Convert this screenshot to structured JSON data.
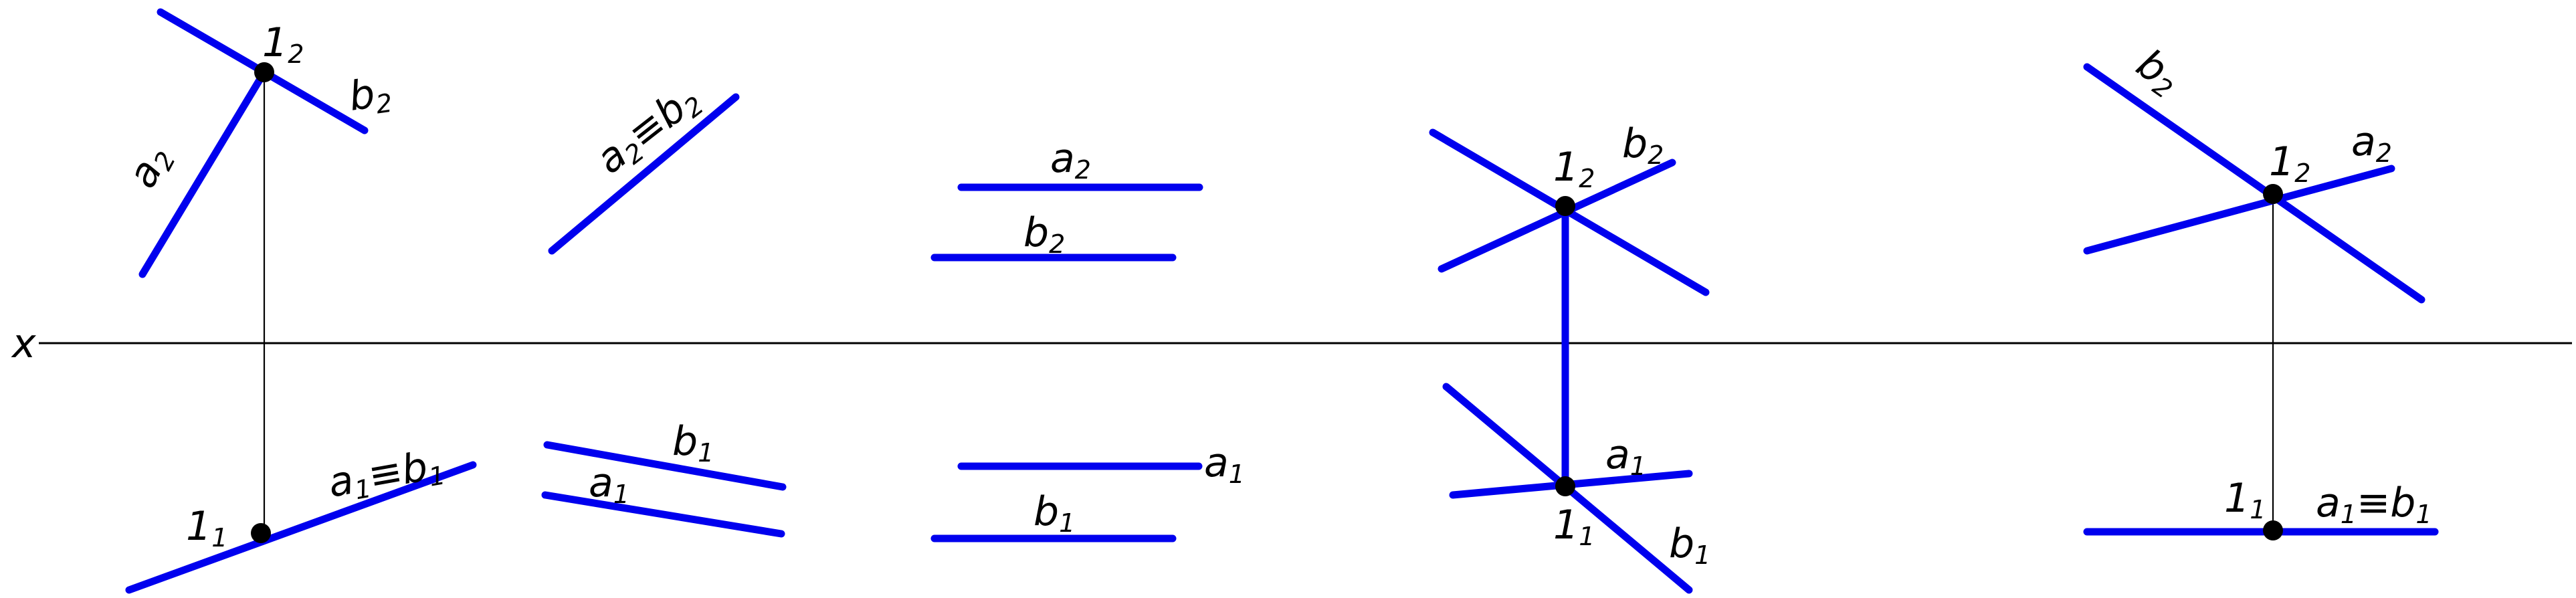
{
  "axis": {
    "label": "x"
  },
  "colors": {
    "line": "#0000ee",
    "construction": "#000000"
  },
  "figures": [
    {
      "labels": [
        {
          "main": "1",
          "sub": "2"
        },
        {
          "main": "b",
          "sub": "2"
        },
        {
          "main": "a",
          "sub": "2"
        },
        {
          "main": "1",
          "sub": "1"
        },
        {
          "main": "a",
          "sub": "1",
          "mid": "≡",
          "main2": "b",
          "sub2": "1"
        }
      ]
    },
    {
      "labels": [
        {
          "main": "a",
          "sub": "2",
          "mid": "≡",
          "main2": "b",
          "sub2": "2"
        },
        {
          "main": "b",
          "sub": "1"
        },
        {
          "main": "a",
          "sub": "1"
        }
      ]
    },
    {
      "labels": [
        {
          "main": "a",
          "sub": "2"
        },
        {
          "main": "b",
          "sub": "2"
        },
        {
          "main": "a",
          "sub": "1"
        },
        {
          "main": "b",
          "sub": "1"
        }
      ]
    },
    {
      "labels": [
        {
          "main": "1",
          "sub": "2"
        },
        {
          "main": "b",
          "sub": "2"
        },
        {
          "main": "a",
          "sub": "1"
        },
        {
          "main": "1",
          "sub": "1"
        },
        {
          "main": "b",
          "sub": "1"
        }
      ]
    },
    {
      "labels": [
        {
          "main": "b",
          "sub": "2"
        },
        {
          "main": "1",
          "sub": "2"
        },
        {
          "main": "a",
          "sub": "2"
        },
        {
          "main": "1",
          "sub": "1"
        },
        {
          "main": "a",
          "sub": "1",
          "mid": "≡",
          "main2": "b",
          "sub2": "1"
        }
      ]
    }
  ]
}
